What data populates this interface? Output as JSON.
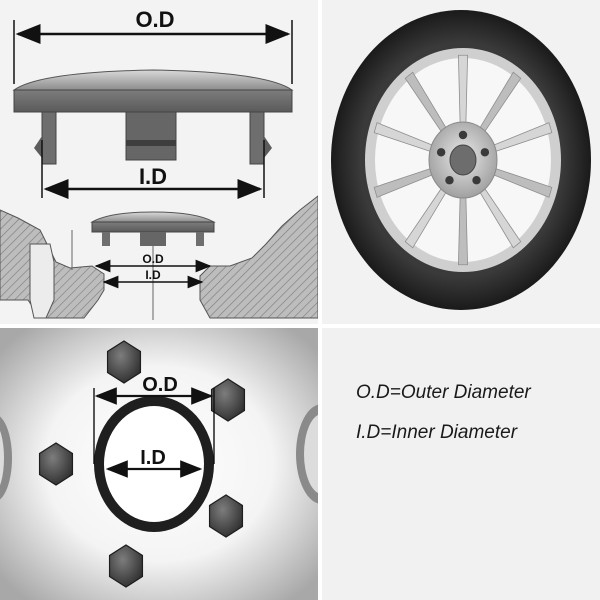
{
  "labels": {
    "od": "O.D",
    "id": "I.D"
  },
  "legend": {
    "outer": "O.D=Outer Diameter",
    "inner": "I.D=Inner Diameter"
  },
  "colors": {
    "background": "#ffffff",
    "panel_gray": "#f3f3f3",
    "tire": "#2b2b2b",
    "rim_silver": "#c9c9c9",
    "cap_ring": "#1c1c1c"
  }
}
